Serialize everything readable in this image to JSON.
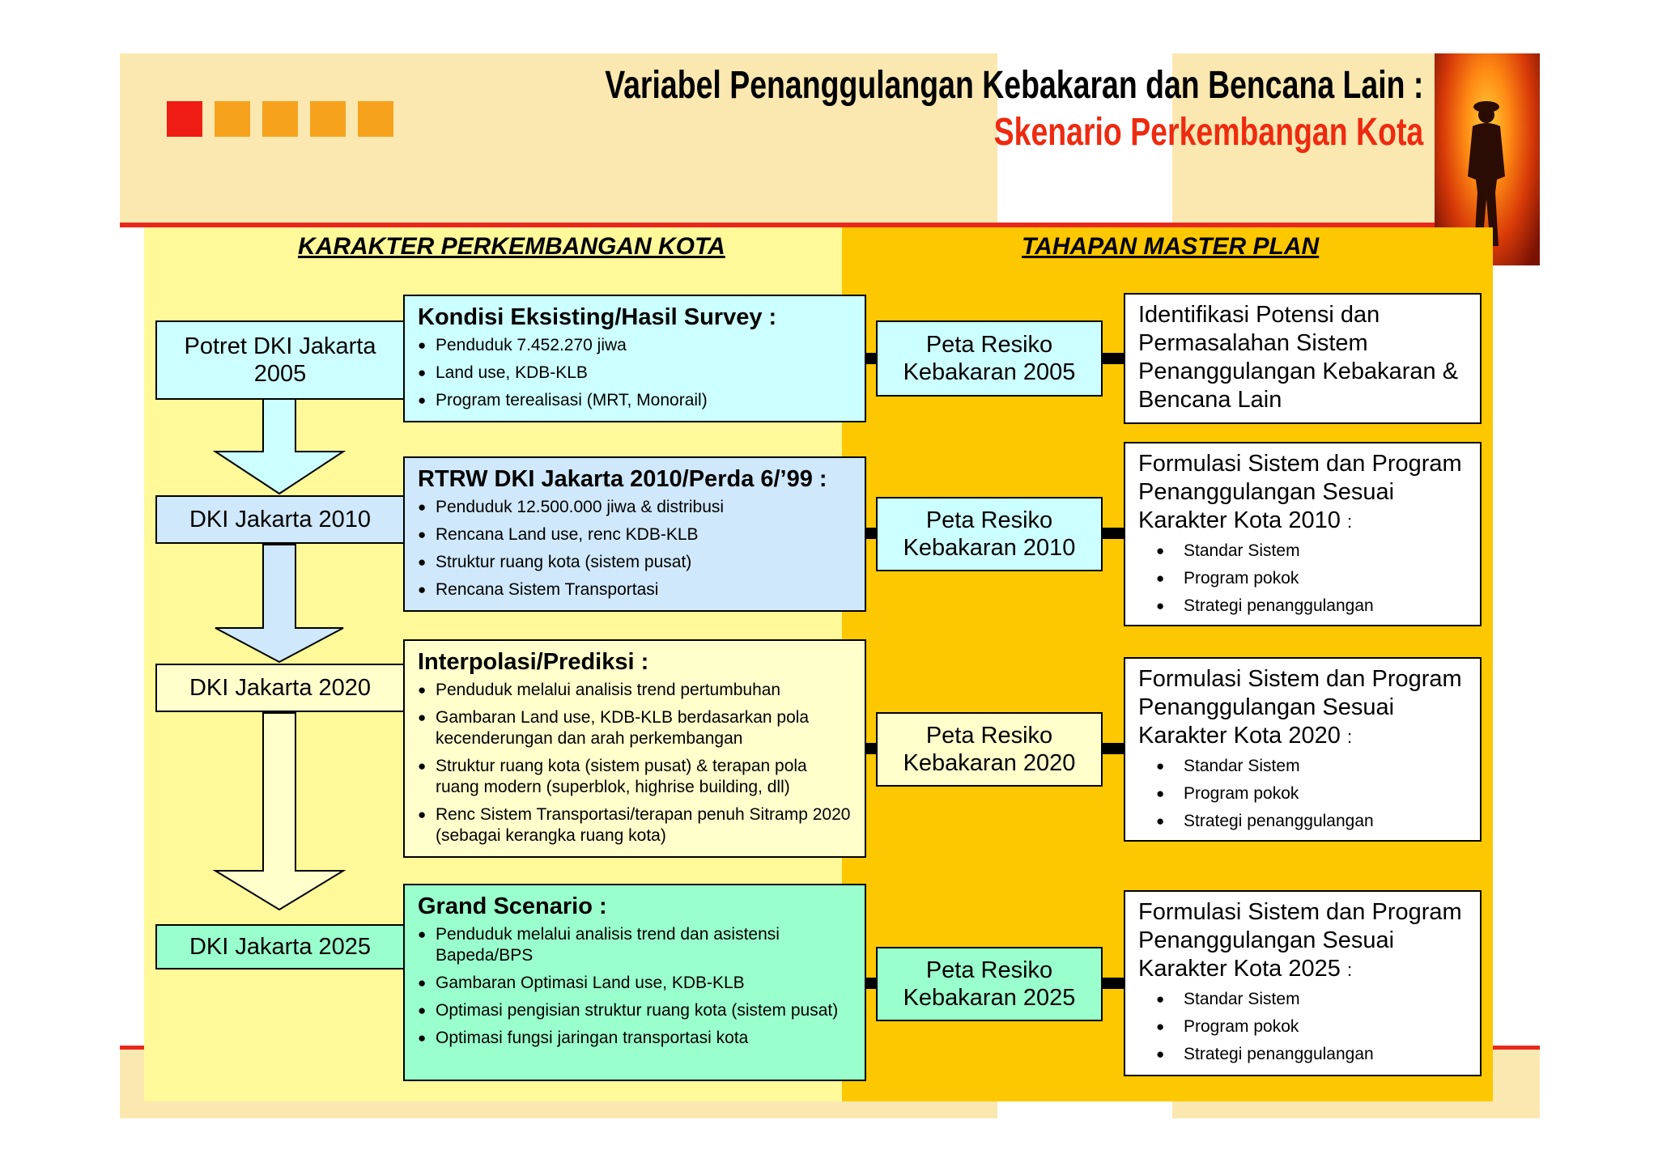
{
  "header": {
    "title": "Variabel Penanggulangan Kebakaran dan Bencana Lain :",
    "subtitle": "Skenario Perkembangan Kota"
  },
  "colors": {
    "accent_red": "#ee1c14",
    "accent_orange": "#f7a21c",
    "left_panel": "#fff99a",
    "right_panel": "#fdc800"
  },
  "left_heading": "KARAKTER PERKEMBANGAN KOTA",
  "right_heading": "TAHAPAN MASTER PLAN",
  "stages": [
    {
      "year_label": "Potret DKI Jakarta 2005",
      "info_title": "Kondisi Eksisting/Hasil Survey :",
      "info_items": [
        "Penduduk 7.452.270 jiwa",
        "Land use, KDB-KLB",
        "Program terealisasi (MRT, Monorail)"
      ],
      "peta": "Peta Resiko Kebakaran 2005",
      "plan_text": "Identifikasi Potensi dan Permasalahan Sistem Penanggulangan Kebakaran & Bencana Lain",
      "plan_items": []
    },
    {
      "year_label": "DKI Jakarta 2010",
      "info_title": "RTRW DKI Jakarta 2010/Perda 6/’99 :",
      "info_items": [
        "Penduduk 12.500.000 jiwa & distribusi",
        "Rencana Land use, renc KDB-KLB",
        "Struktur ruang kota (sistem pusat)",
        "Rencana Sistem Transportasi"
      ],
      "peta": "Peta Resiko Kebakaran 2010",
      "plan_text": "Formulasi Sistem dan Program Penanggulangan Sesuai Karakter Kota 2010",
      "plan_items": [
        "Standar Sistem",
        "Program pokok",
        "Strategi penanggulangan"
      ]
    },
    {
      "year_label": "DKI Jakarta 2020",
      "info_title": "Interpolasi/Prediksi :",
      "info_items": [
        "Penduduk melalui analisis trend pertumbuhan",
        "Gambaran Land use, KDB-KLB berdasarkan pola kecenderungan dan arah perkembangan",
        "Struktur ruang kota (sistem pusat) & terapan pola ruang modern (superblok, highrise building, dll)",
        "Renc Sistem Transportasi/terapan penuh Sitramp 2020 (sebagai kerangka ruang kota)"
      ],
      "peta": "Peta Resiko Kebakaran 2020",
      "plan_text": "Formulasi Sistem dan Program Penanggulangan Sesuai Karakter Kota 2020",
      "plan_items": [
        "Standar Sistem",
        "Program pokok",
        "Strategi penanggulangan"
      ]
    },
    {
      "year_label": "DKI Jakarta 2025",
      "info_title": "Grand Scenario :",
      "info_items": [
        "Penduduk melalui analisis trend dan asistensi Bapeda/BPS",
        "Gambaran Optimasi Land use, KDB-KLB",
        "Optimasi pengisian struktur ruang kota (sistem pusat)",
        "Optimasi fungsi jaringan transportasi kota"
      ],
      "peta": "Peta Resiko Kebakaran 2025",
      "plan_text": "Formulasi Sistem dan Program Penanggulangan Sesuai Karakter Kota 2025",
      "plan_items": [
        "Standar Sistem",
        "Program pokok",
        "Strategi penanggulangan"
      ]
    }
  ],
  "plan_suffix": ":"
}
